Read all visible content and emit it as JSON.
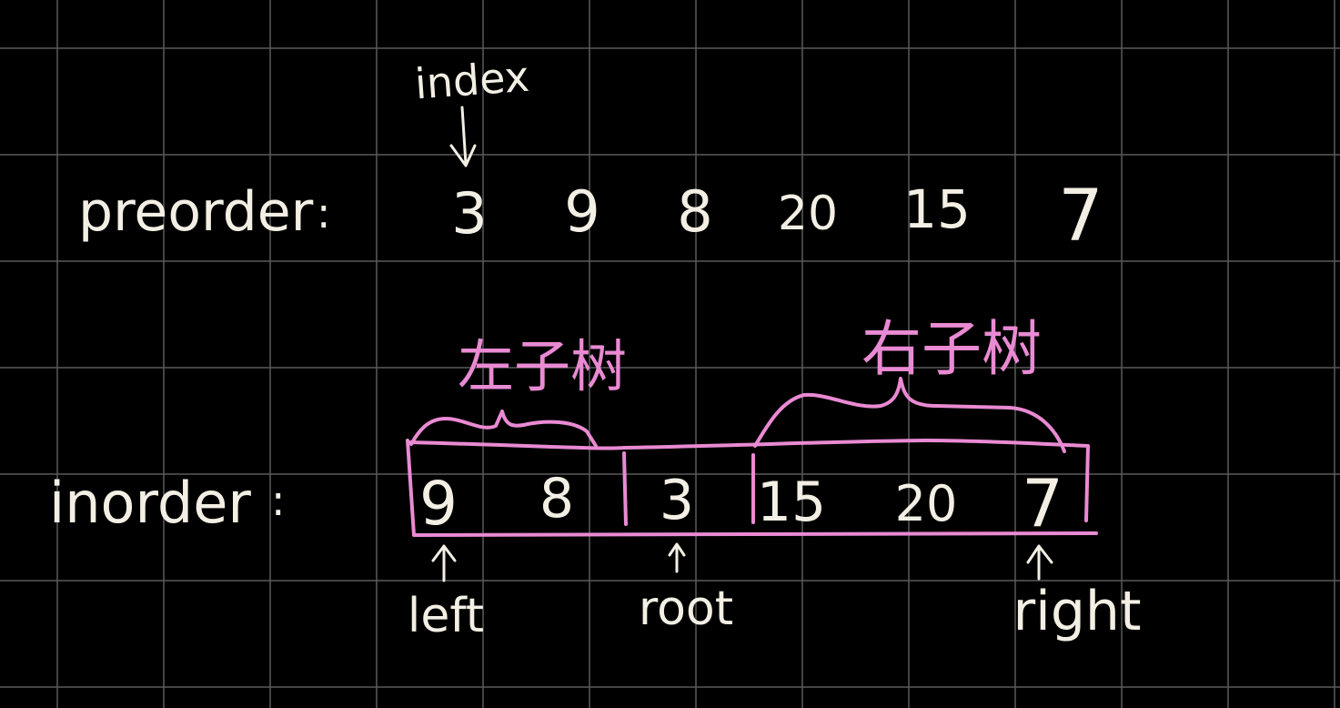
{
  "colors": {
    "background": "#000000",
    "grid": "#5a5a5a",
    "chalk": "#f3efe4",
    "highlight": "#e98ad3"
  },
  "index_label": "index",
  "preorder": {
    "label": "preorder",
    "colon": ":",
    "values": [
      "3",
      "9",
      "8",
      "20",
      "15",
      "7"
    ]
  },
  "inorder": {
    "label": "inorder",
    "colon": ":",
    "values": [
      "9",
      "8",
      "3",
      "15",
      "20",
      "7"
    ]
  },
  "subtrees": {
    "left": "左子树",
    "right": "右子树"
  },
  "pointers": {
    "left": "left",
    "root": "root",
    "right": "right"
  }
}
